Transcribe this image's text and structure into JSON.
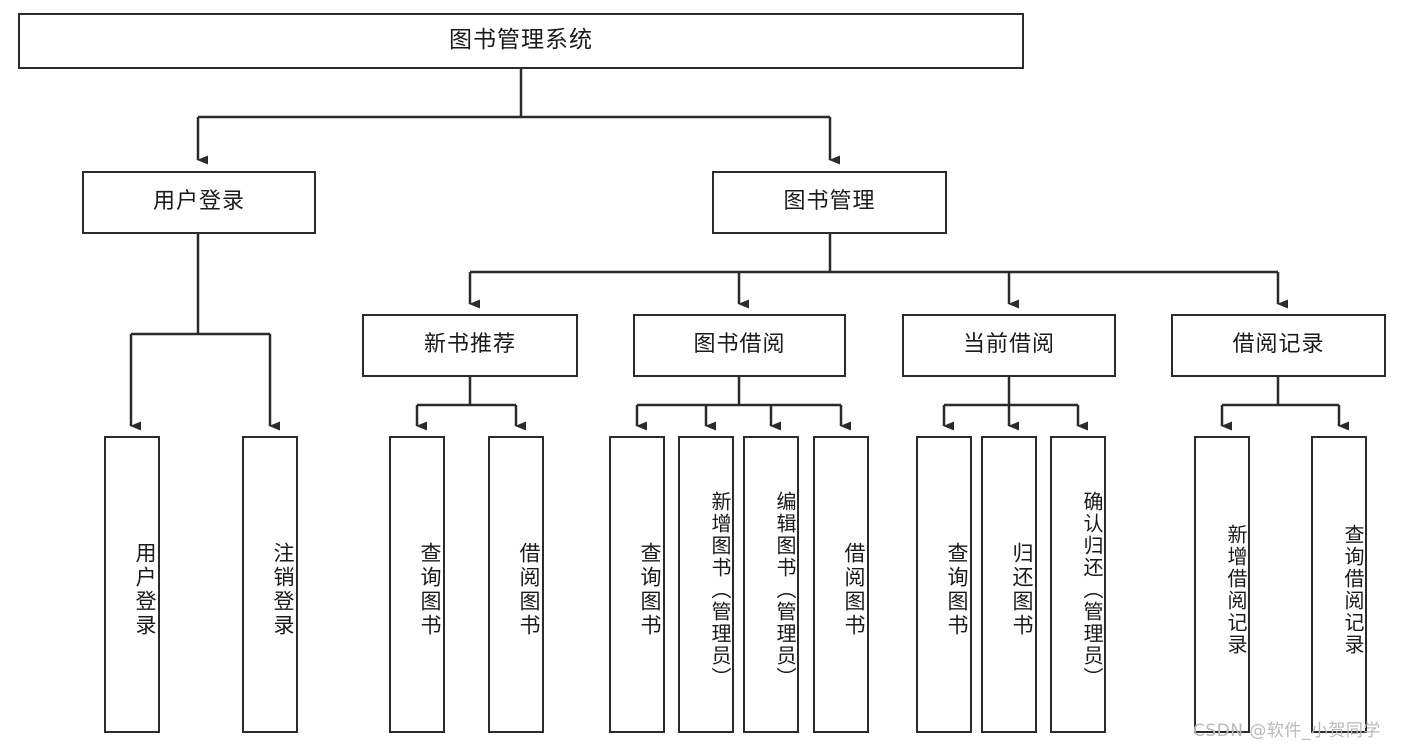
{
  "diagram": {
    "title": "图书管理系统",
    "type": "hierarchy-tree",
    "levels": 4,
    "root": {
      "label": "图书管理系统"
    },
    "level1": [
      {
        "label": "用户登录"
      },
      {
        "label": "图书管理"
      }
    ],
    "level2": [
      {
        "label": "新书推荐"
      },
      {
        "label": "图书借阅"
      },
      {
        "label": "当前借阅"
      },
      {
        "label": "借阅记录"
      }
    ],
    "leaves": {
      "user_login": [
        {
          "label": "用户登录"
        },
        {
          "label": "注销登录"
        }
      ],
      "new_book_recommend": [
        {
          "label": "查询图书"
        },
        {
          "label": "借阅图书"
        }
      ],
      "book_borrow": [
        {
          "label": "查询图书"
        },
        {
          "label": "新增图书（管理员）"
        },
        {
          "label": "编辑图书（管理员）"
        },
        {
          "label": "借阅图书"
        }
      ],
      "current_borrow": [
        {
          "label": "查询图书"
        },
        {
          "label": "归还图书"
        },
        {
          "label": "确认归还（管理员）"
        }
      ],
      "borrow_record": [
        {
          "label": "新增借阅记录"
        },
        {
          "label": "查询借阅记录"
        }
      ]
    }
  },
  "watermark": {
    "text": "CSDN @软件_小贺同学"
  },
  "colors": {
    "stroke": "#2b2b2b",
    "background": "#ffffff",
    "text": "#1a1a1a",
    "watermark": "#b9b9b9"
  }
}
